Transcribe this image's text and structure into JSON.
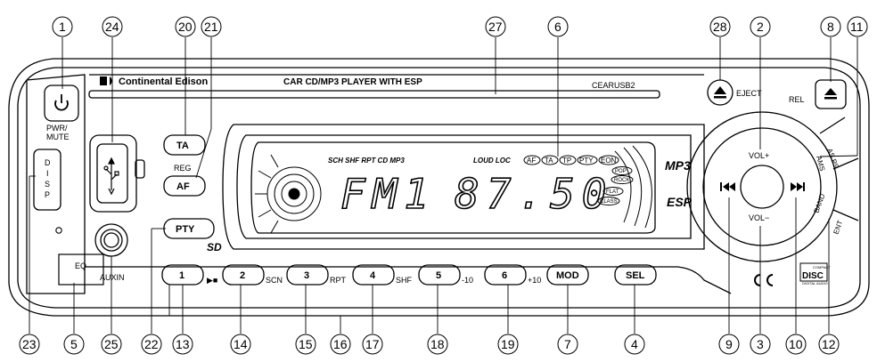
{
  "brand": "Continental Edison",
  "header_title": "CAR CD/MP3 PLAYER WITH ESP",
  "model": "CEARUSB2",
  "left_panel": {
    "pwr_mute": [
      "PWR/",
      "MUTE"
    ],
    "disp": [
      "D",
      "I",
      "S",
      "P"
    ],
    "eq": "EQ",
    "auxin": "AUXIN"
  },
  "buttons": {
    "ta": "TA",
    "reg": "REG",
    "af": "AF",
    "pty": "PTY",
    "mod": "MOD",
    "sel": "SEL"
  },
  "presets": [
    {
      "num": "1",
      "func": "▶■"
    },
    {
      "num": "2",
      "func": "SCN"
    },
    {
      "num": "3",
      "func": "RPT"
    },
    {
      "num": "4",
      "func": "SHF"
    },
    {
      "num": "5",
      "func": "-10"
    },
    {
      "num": "6",
      "func": "+10"
    }
  ],
  "sd_label": "SD",
  "lcd": {
    "top_left_indicators": "SCH SHF RPT CD MP3",
    "top_right_indicators": "LOUD LOC",
    "badges": [
      "AF",
      "TA",
      "TP",
      "PTY",
      "EON"
    ],
    "eq_badges": [
      "POP",
      "ROCK",
      "FLAT",
      "CLASS"
    ],
    "band_text": "FM1",
    "freq_text": "87.50"
  },
  "right_panel": {
    "mp3_logo": "MP3",
    "esp_logo": "ESP",
    "eject": "EJECT",
    "rel": "REL",
    "vol_plus": "VOL+",
    "vol_minus": "VOL−",
    "ams": "AMS",
    "as_ps": "AS PS",
    "band": "BAND",
    "ent": "ENT"
  },
  "cd_logo": [
    "COMPACT",
    "DISC",
    "DIGITAL AUDIO"
  ],
  "callouts": [
    "1",
    "2",
    "3",
    "4",
    "5",
    "6",
    "7",
    "8",
    "9",
    "10",
    "11",
    "12",
    "13",
    "14",
    "15",
    "16",
    "17",
    "18",
    "19",
    "20",
    "21",
    "22",
    "23",
    "24",
    "25",
    "27",
    "28"
  ]
}
